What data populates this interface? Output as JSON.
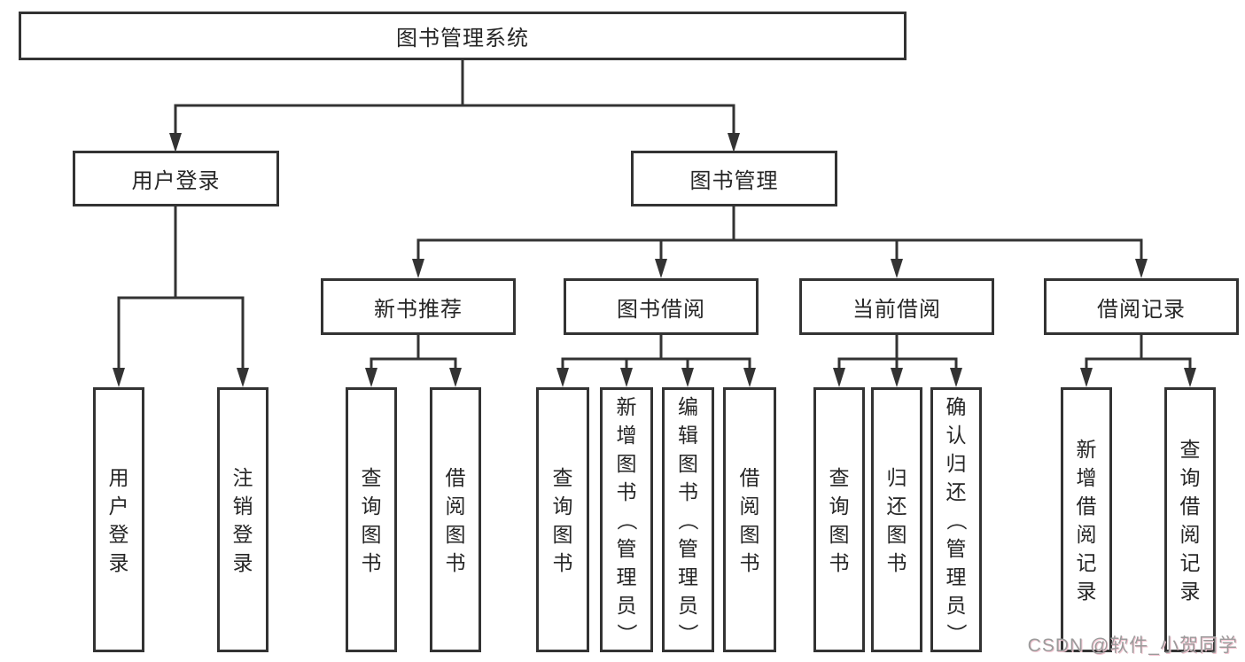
{
  "tree": {
    "label": "图书管理系统",
    "children": [
      {
        "label": "用户登录",
        "children": [
          {
            "label": "用户登录"
          },
          {
            "label": "注销登录"
          }
        ]
      },
      {
        "label": "图书管理",
        "children": [
          {
            "label": "新书推荐",
            "children": [
              {
                "label": "查询图书"
              },
              {
                "label": "借阅图书"
              }
            ]
          },
          {
            "label": "图书借阅",
            "children": [
              {
                "label": "查询图书"
              },
              {
                "label": "新增图书（管理员）"
              },
              {
                "label": "编辑图书（管理员）"
              },
              {
                "label": "借阅图书"
              }
            ]
          },
          {
            "label": "当前借阅",
            "children": [
              {
                "label": "查询图书"
              },
              {
                "label": "归还图书"
              },
              {
                "label": "确认归还（管理员）"
              }
            ]
          },
          {
            "label": "借阅记录",
            "children": [
              {
                "label": "新增借阅记录"
              },
              {
                "label": "查询借阅记录"
              }
            ]
          }
        ]
      }
    ]
  },
  "watermark": "CSDN @软件_小贺同学",
  "colors": {
    "line": "#333333",
    "border": "#333333",
    "text": "#262626",
    "watermark": "#9b9b9b",
    "background": "#ffffff"
  }
}
